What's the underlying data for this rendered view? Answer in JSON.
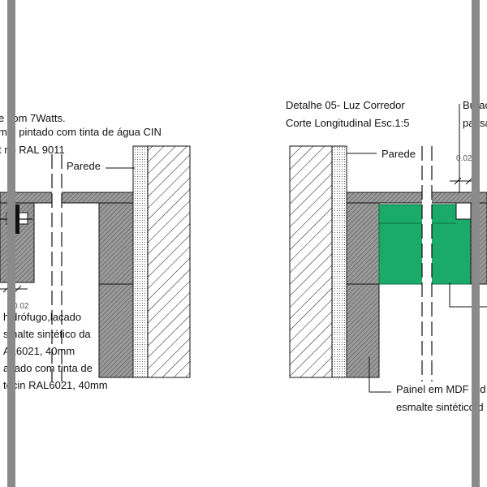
{
  "colors": {
    "background": "#ffffff",
    "line": "#111111",
    "hatch_fill": "#9a9a9a",
    "hatch_dark": "#555555",
    "profile_green": "#1aaa6a",
    "border_bar": "#8a8a8a"
  },
  "left_detail": {
    "note_line_1": "e com 7Watts.",
    "note_line_2": "mm pintado com tinta de água CIN",
    "note_line_3": "t no RAL 9011",
    "wall_label": "Parede",
    "dimension": "0.02",
    "panel_line_1": "hidrófugo,lacado",
    "panel_line_2": "smalte sintético da",
    "panel_line_3": "AL6021, 40mm",
    "panel_line_4": "acado com tinta de",
    "panel_line_5": "tecin RAL6021, 40mm"
  },
  "right_detail": {
    "title_line_1": "Detalhe 05- Luz Corredor",
    "title_line_2": "Corte Longitudinal Esc.1:5",
    "wall_label": "Parede",
    "dimension": "0.02",
    "hole_line_1": "Burac",
    "hole_line_2": "passa",
    "panel_line_1": "Painel em MDF hid",
    "panel_line_2": "esmalte sintético d"
  }
}
